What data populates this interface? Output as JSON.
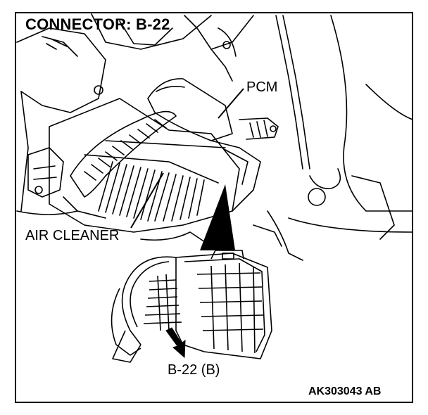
{
  "title": "CONNECTOR: B-22",
  "labels": {
    "pcm": "PCM",
    "air_cleaner": "AIR CLEANER",
    "connector": "B-22 (B)"
  },
  "figure_code": "AK303043 AB",
  "colors": {
    "ink": "#000000",
    "paper": "#ffffff"
  }
}
